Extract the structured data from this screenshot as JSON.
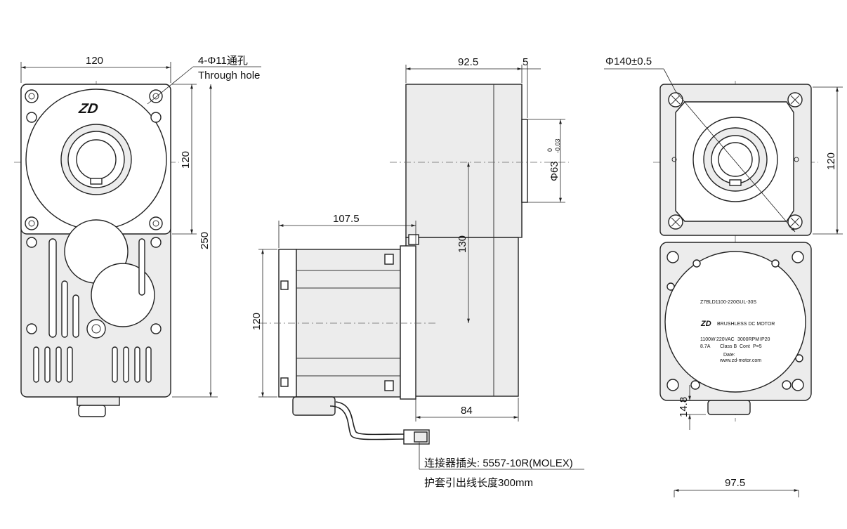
{
  "front_view": {
    "width_dim": "120",
    "bolt_spacing_dim": "120",
    "height_dim": "250",
    "logo": "ZD",
    "hole_note": "4-Φ11通孔",
    "hole_note_en": "Through hole"
  },
  "side_view": {
    "gearbox_length_dim": "92.5",
    "flange_dim": "5",
    "pilot_dim": "Φ63",
    "pilot_tol_upper": "0",
    "pilot_tol_lower": "-0.03",
    "motor_length_dim": "107.5",
    "shaft_offset_dim": "130",
    "motor_square_dim": "120",
    "gearbox_depth_dim": "84",
    "connector_note": "连接器插头: 5557-10R(MOLEX)",
    "cable_note": "护套引出线长度300mm"
  },
  "rear_view": {
    "pcd_dim": "Φ140±0.5",
    "flange_height_dim": "120",
    "connector_height_dim": "14.8",
    "connector_offset_dim": "97.5",
    "label": {
      "model": "Z7BLD1100-220GUL-30S",
      "logo": "ZD",
      "type": "BRUSHLESS DC MOTOR",
      "spec_row1": [
        "1100W",
        "220VAC",
        "3000RPM",
        "IP20"
      ],
      "spec_row2": [
        "8.7A",
        "Class B",
        "Cont",
        "P=5"
      ],
      "date": "Date:",
      "url": "www.zd-motor.com"
    }
  }
}
